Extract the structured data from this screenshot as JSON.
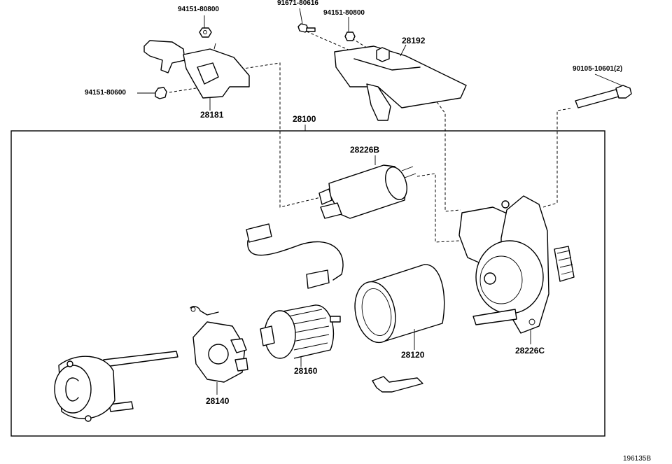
{
  "parts": {
    "p94151_top": "94151-80800",
    "p91671": "91671-80616",
    "p94151_mid": "94151-80800",
    "p28192": "28192",
    "p90105": "90105-10601(2)",
    "p94151_left": "94151-80600",
    "p28181": "28181",
    "p28100": "28100",
    "p28226B": "28226B",
    "p28120": "28120",
    "p28160": "28160",
    "p28140": "28140",
    "p28226C": "28226C"
  },
  "figure_code": "196135B"
}
